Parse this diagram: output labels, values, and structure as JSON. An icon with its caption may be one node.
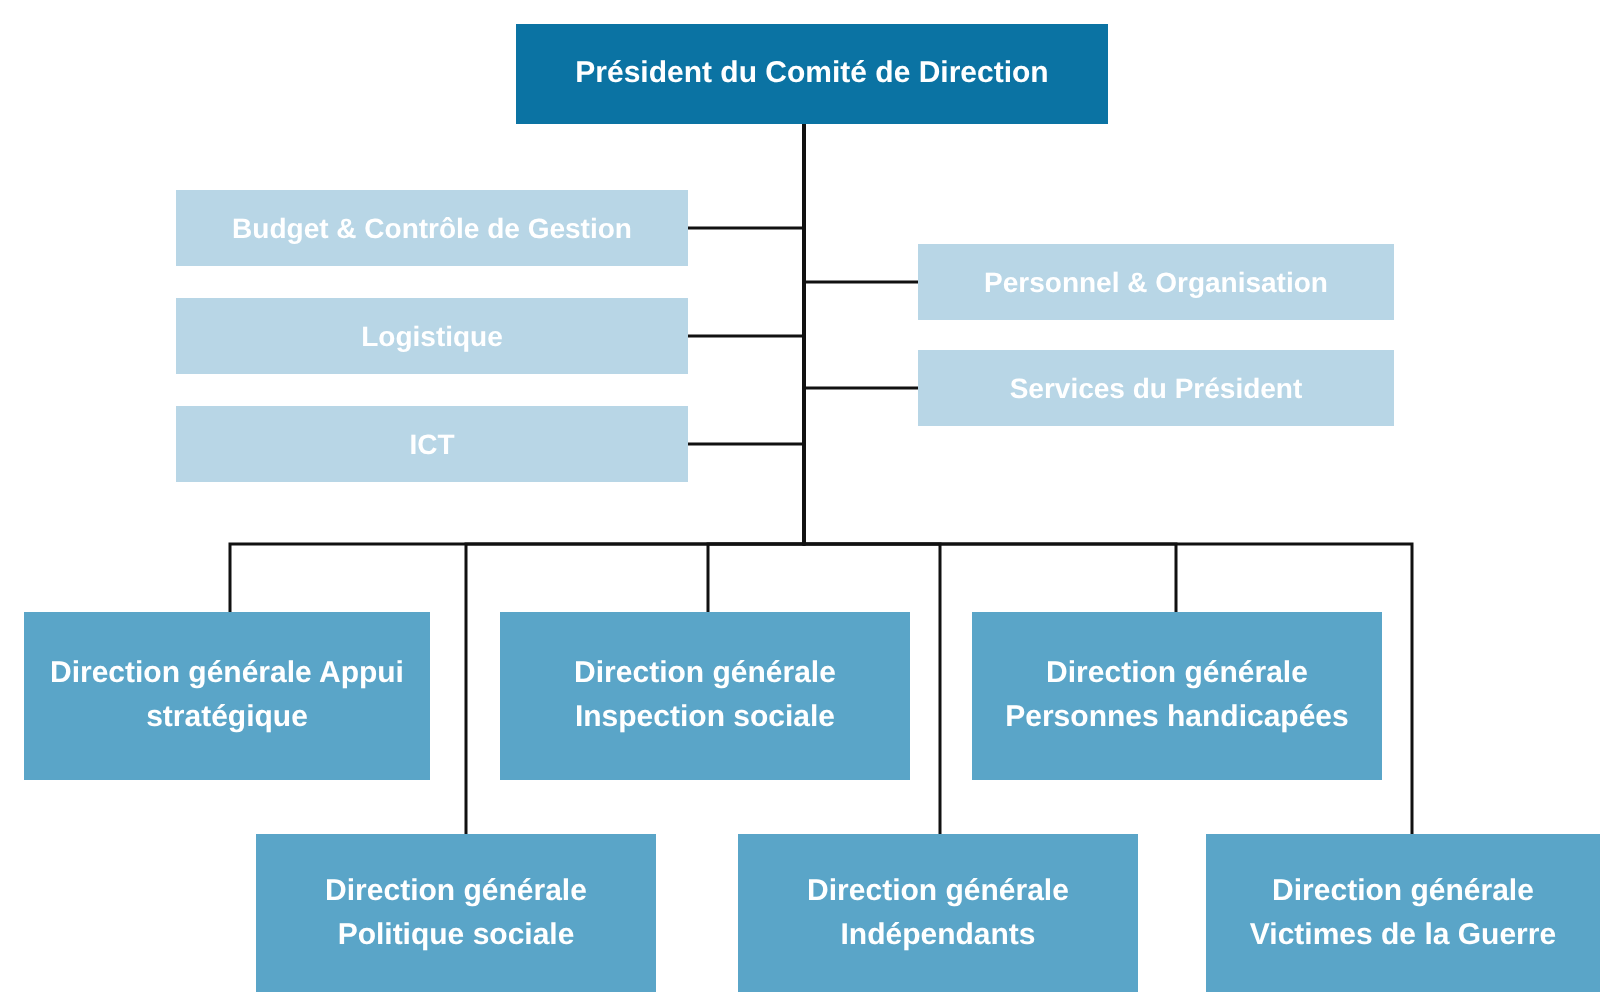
{
  "diagram": {
    "nodes": [
      {
        "text": [
          "Président du Comité de Direction"
        ]
      },
      {
        "text": [
          "Budget & Contrôle de Gestion"
        ]
      },
      {
        "text": [
          "Logistique"
        ]
      },
      {
        "text": [
          "ICT"
        ]
      },
      {
        "text": [
          "Personnel & Organisation"
        ]
      },
      {
        "text": [
          "Services du Président"
        ]
      },
      {
        "text": [
          "Direction générale Appui stratégique"
        ]
      },
      {
        "text": [
          "Direction générale Inspection sociale"
        ]
      },
      {
        "text": [
          "Direction générale Personnes handicapées"
        ]
      },
      {
        "text": [
          "Direction générale Politique sociale"
        ]
      },
      {
        "text": [
          "Direction générale Indépendants"
        ]
      },
      {
        "text": [
          "Direction générale Victimes de la Guerre"
        ]
      }
    ],
    "edges": [
      {
        "from": 0,
        "to": 1,
        "arrow": "none"
      },
      {
        "from": 0,
        "to": 2,
        "arrow": "none"
      },
      {
        "from": 0,
        "to": 3,
        "arrow": "none"
      },
      {
        "from": 0,
        "to": 4,
        "arrow": "none"
      },
      {
        "from": 0,
        "to": 5,
        "arrow": "none"
      },
      {
        "from": 0,
        "to": 6,
        "arrow": "none"
      },
      {
        "from": 0,
        "to": 7,
        "arrow": "none"
      },
      {
        "from": 0,
        "to": 8,
        "arrow": "none"
      },
      {
        "from": 0,
        "to": 9,
        "arrow": "none"
      },
      {
        "from": 0,
        "to": 10,
        "arrow": "none"
      },
      {
        "from": 0,
        "to": 11,
        "arrow": "none"
      }
    ]
  }
}
